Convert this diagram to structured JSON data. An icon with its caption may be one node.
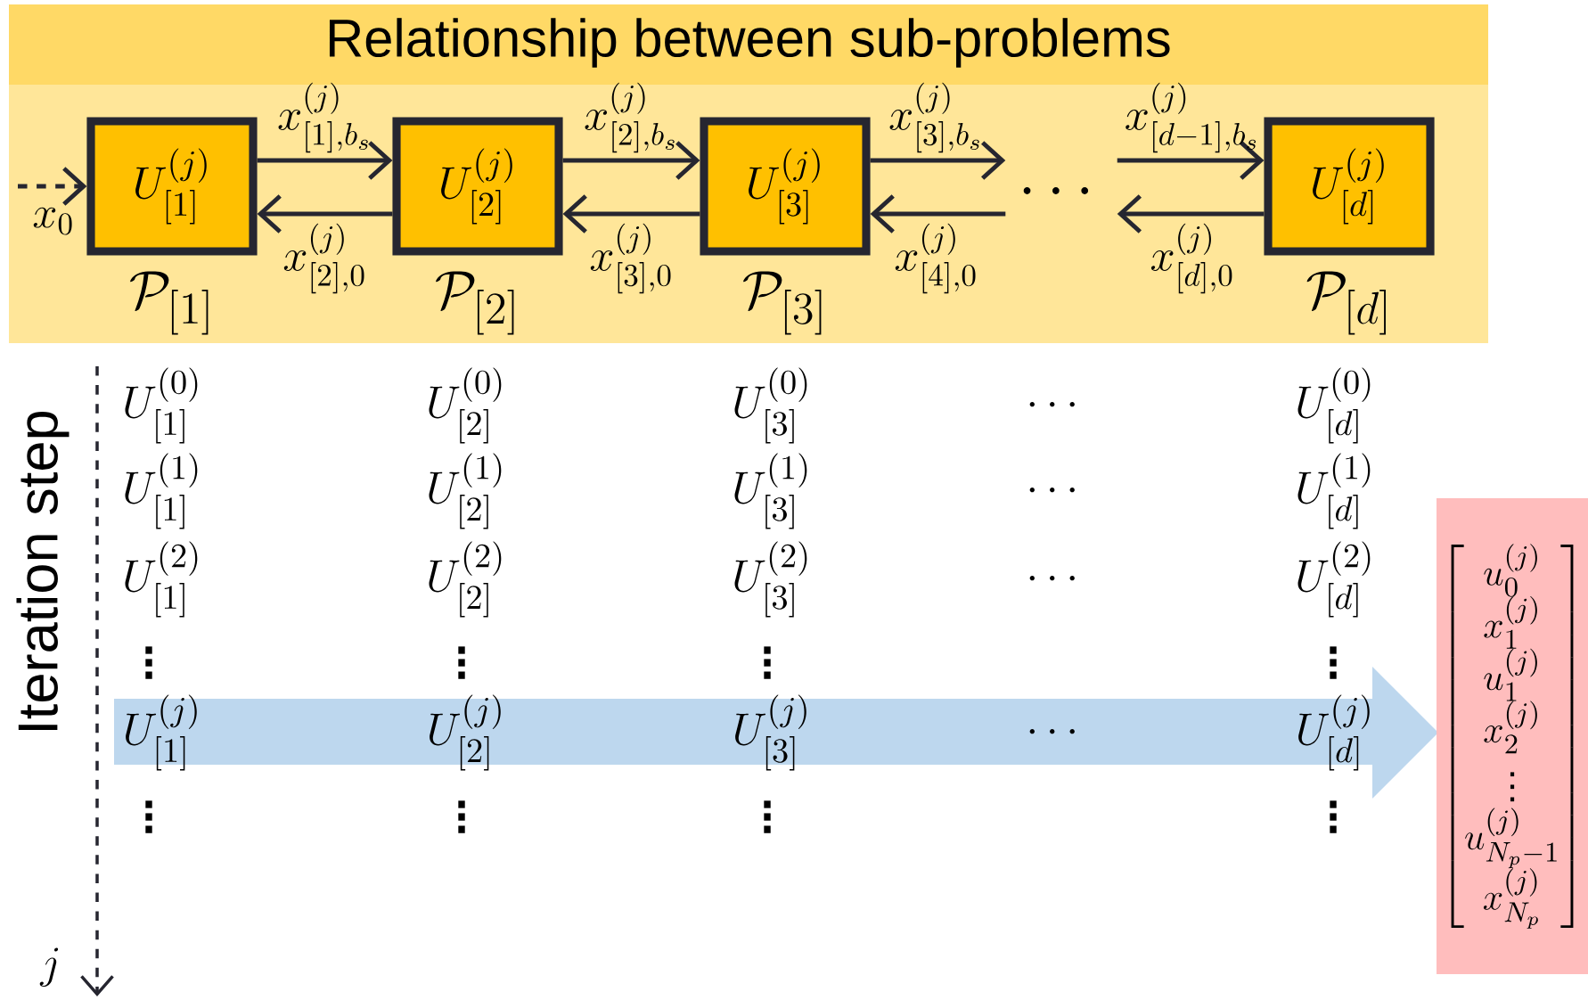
{
  "diagram": {
    "title": "Relationship between sub-problems",
    "nodes": [
      {
        "text": [
          "U^{(j)}_{[1]}"
        ],
        "beside": [
          "\\mathcal{P}_{[1]}"
        ]
      },
      {
        "text": [
          "U^{(j)}_{[2]}"
        ],
        "beside": [
          "\\mathcal{P}_{[2]}"
        ]
      },
      {
        "text": [
          "U^{(j)}_{[3]}"
        ],
        "beside": [
          "\\mathcal{P}_{[3]}"
        ]
      },
      {
        "text": [
          "\\cdots"
        ]
      },
      {
        "text": [
          "U^{(j)}_{[d]}"
        ],
        "beside": [
          "\\mathcal{P}_{[d]}"
        ]
      },
      {
        "text": [
          "U^{(j)}_{[1]}",
          "U^{(j)}_{[2]}",
          "U^{(j)}_{[3]}",
          "\\cdots",
          "U^{(j)}_{[d]}"
        ]
      },
      {
        "text": [
          "\\begin{bmatrix} u^{(j)}_{0} \\\\ x^{(j)}_{1} \\\\ u^{(j)}_{1} \\\\ x^{(j)}_{2} \\\\ \\vdots \\\\ u^{(j)}_{N_p-1} \\\\ x^{(j)}_{N_p} \\end{bmatrix}"
        ]
      }
    ],
    "edges": [
      {
        "from": null,
        "to": 0,
        "arrow": "to",
        "style": "dashed",
        "label": "x_0"
      },
      {
        "from": 0,
        "to": 1,
        "arrow": "to",
        "label": "x^{(j)}_{[1],b_s}"
      },
      {
        "from": 1,
        "to": 0,
        "arrow": "to",
        "label": "x^{(j)}_{[2],0}"
      },
      {
        "from": 1,
        "to": 2,
        "arrow": "to",
        "label": "x^{(j)}_{[2],b_s}"
      },
      {
        "from": 2,
        "to": 1,
        "arrow": "to",
        "label": "x^{(j)}_{[3],0}"
      },
      {
        "from": 2,
        "to": 3,
        "arrow": "to",
        "label": "x^{(j)}_{[3],b_s}"
      },
      {
        "from": 3,
        "to": 2,
        "arrow": "to",
        "label": "x^{(j)}_{[4],0}"
      },
      {
        "from": 3,
        "to": 4,
        "arrow": "to",
        "label": "x^{(j)}_{[d-1],b_s}"
      },
      {
        "from": 4,
        "to": 3,
        "arrow": "to",
        "label": "x^{(j)}_{[d],0}"
      }
    ],
    "labels": [
      "Iteration step",
      "U^{(0)}_{[1]}",
      "U^{(0)}_{[2]}",
      "U^{(0)}_{[3]}",
      "\\cdots",
      "U^{(0)}_{[d]}",
      "U^{(1)}_{[1]}",
      "U^{(1)}_{[2]}",
      "U^{(1)}_{[3]}",
      "\\cdots",
      "U^{(1)}_{[d]}",
      "U^{(2)}_{[1]}",
      "U^{(2)}_{[2]}",
      "U^{(2)}_{[3]}",
      "\\cdots",
      "U^{(2)}_{[d]}",
      "\\vdots",
      "\\vdots",
      "\\vdots",
      "\\vdots",
      "\\vdots",
      "\\vdots",
      "\\vdots",
      "\\vdots",
      "j"
    ]
  }
}
